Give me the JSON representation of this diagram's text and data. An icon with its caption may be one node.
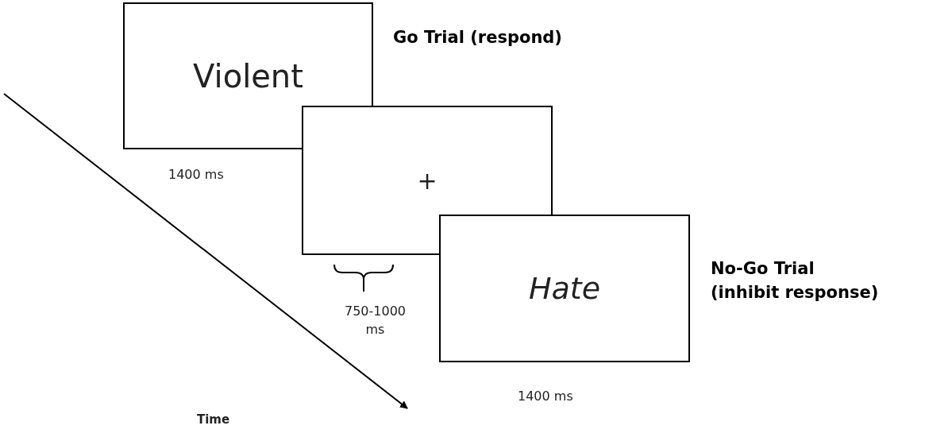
{
  "diagram": {
    "nodes": [
      {
        "text": [
          "Violent"
        ],
        "beside": [
          "Go Trial (respond)",
          "1400 ms"
        ]
      },
      {
        "text": [
          "+"
        ]
      },
      {
        "text": [
          "Hate"
        ],
        "beside": [
          "No-Go Trial (inhibit response)",
          "1400 ms"
        ]
      }
    ],
    "edges": [],
    "labels": [
      "750-1000 ms",
      "Time"
    ]
  }
}
